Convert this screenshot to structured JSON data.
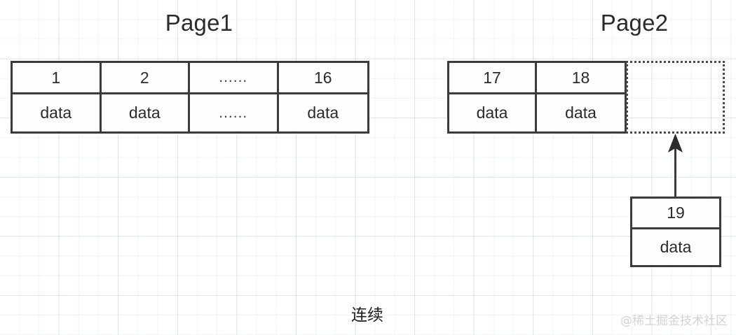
{
  "diagram": {
    "caption": "连续",
    "watermark": "@稀土掘金技术社区",
    "border_color": "#3b3b3b",
    "dotted_border_color": "#4a4a4a",
    "text_color": "#2b2b2b",
    "background_color": "#ffffff"
  },
  "pages": [
    {
      "title": "Page1",
      "slots": [
        {
          "key": "1",
          "value": "data"
        },
        {
          "key": "2",
          "value": "data"
        },
        {
          "key": "......",
          "value": "......"
        },
        {
          "key": "16",
          "value": "data"
        }
      ]
    },
    {
      "title": "Page2",
      "slots": [
        {
          "key": "17",
          "value": "data"
        },
        {
          "key": "18",
          "value": "data"
        }
      ],
      "free_space": {
        "label": "",
        "style": "dotted"
      }
    }
  ],
  "new_record": {
    "key": "19",
    "value": "data"
  },
  "arrow": {
    "name": "insert-arrow",
    "direction": "up"
  }
}
